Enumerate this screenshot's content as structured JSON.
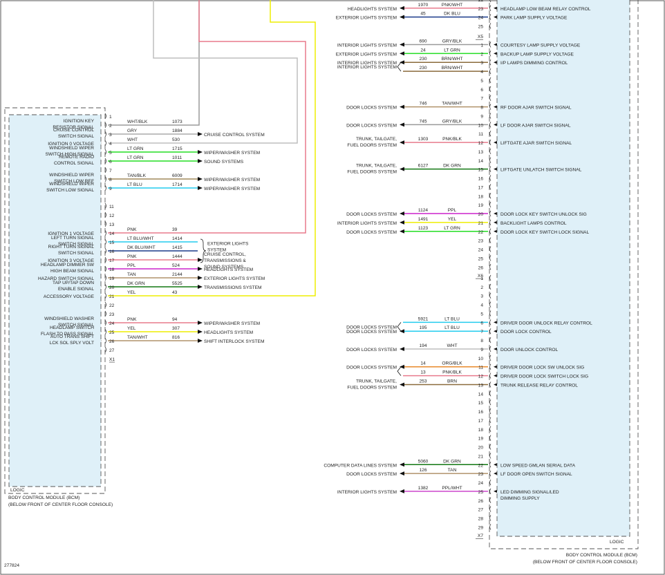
{
  "doc_number": "277824",
  "left_module": {
    "name": "BODY CONTROL MODULE (BCM)",
    "location": "(BELOW FRONT OF CENTER FLOOR CONSOLE)",
    "logic": "LOGIC",
    "connector": "X1",
    "unused_pins": [
      "1",
      "7",
      "11",
      "12",
      "13",
      "22",
      "23",
      "27"
    ],
    "pins": [
      {
        "pin": "2",
        "signal": [
          "IGNITION KEY",
          "RESISTOR SIGNAL"
        ],
        "color": "WHT/BLK",
        "circuit": "1073",
        "dest": []
      },
      {
        "pin": "3",
        "signal": [
          "CRUISE CONTROL",
          "SWITCH SIGNAL"
        ],
        "color": "GRY",
        "circuit": "1884",
        "dest": [
          "CRUISE CONTROL SYSTEM"
        ]
      },
      {
        "pin": "4",
        "signal": [
          "IGNITION 0 VOLTAGE"
        ],
        "color": "WHT",
        "circuit": "530",
        "dest": []
      },
      {
        "pin": "5",
        "signal": [
          "WINDSHIELD WIPER",
          "SWITCH HIGH SIGNAL"
        ],
        "color": "LT GRN",
        "circuit": "1715",
        "dest": [
          "WIPER/WASHER SYSTEM"
        ]
      },
      {
        "pin": "6",
        "signal": [
          "REMOTE RADIO",
          "CONTROL SIGNAL"
        ],
        "color": "LT GRN",
        "circuit": "1011",
        "dest": [
          "SOUND SYSTEMS"
        ]
      },
      {
        "pin": "8",
        "signal": [
          "WINDSHIELD WIPER",
          "SWITCH LOW REF"
        ],
        "color": "TAN/BLK",
        "circuit": "6009",
        "dest": [
          "WIPER/WASHER SYSTEM"
        ]
      },
      {
        "pin": "9",
        "signal": [
          "WINDSHIELD WIPER",
          "SWITCH LOW SIGNAL"
        ],
        "color": "LT BLU",
        "circuit": "1714",
        "dest": [
          "WIPER/WASHER SYSTEM"
        ]
      },
      {
        "pin": "14",
        "signal": [
          "IGNITION 1 VOLTAGE"
        ],
        "color": "PNK",
        "circuit": "39",
        "dest": []
      },
      {
        "pin": "15",
        "signal": [
          "LEFT TURN SIGNAL",
          "SWITCH SIGNAL"
        ],
        "color": "LT BLU/WHT",
        "circuit": "1414",
        "dest": []
      },
      {
        "pin": "16",
        "signal": [
          "RIGHT TURN SIGNAL",
          "SWITCH SIGNAL"
        ],
        "color": "DK BLU/WHT",
        "circuit": "1415",
        "dest": []
      },
      {
        "pin": "17",
        "signal": [
          "IGNITION 3 VOLTAGE"
        ],
        "color": "PNK",
        "circuit": "1444",
        "dest": [
          "CRUISE CONTROL,",
          "TRANSMISSIONS &",
          "SOUND SYSTEMS"
        ]
      },
      {
        "pin": "18",
        "signal": [
          "HEADLAMP DIMMER SW",
          "HIGH BEAM SIGNAL"
        ],
        "color": "PPL",
        "circuit": "524",
        "dest": [
          "HEADLIGHTS SYSTEM"
        ]
      },
      {
        "pin": "19",
        "signal": [
          "HAZARD SWITCH SIGNAL"
        ],
        "color": "TAN",
        "circuit": "2144",
        "dest": [
          "EXTERIOR LIGHTS SYSTEM"
        ]
      },
      {
        "pin": "20",
        "signal": [
          "TAP UP/TAP DOWN",
          "ENABLE SIGNAL"
        ],
        "color": "DK GRN",
        "circuit": "5525",
        "dest": [
          "TRANSMISSIONS SYSTEM"
        ]
      },
      {
        "pin": "21",
        "signal": [
          "ACCESSORY VOLTAGE"
        ],
        "color": "YEL",
        "circuit": "43",
        "dest": []
      },
      {
        "pin": "24",
        "signal": [
          "WINDSHIELD WASHER",
          "SWITCH SIGNAL"
        ],
        "color": "PNK",
        "circuit": "94",
        "dest": [
          "WIPER/WASHER SYSTEM"
        ]
      },
      {
        "pin": "25",
        "signal": [
          "HEADLAMP SWITCH",
          "FLASH TO PASS SIGNAL"
        ],
        "color": "YEL",
        "circuit": "307",
        "dest": [
          "HEADLIGHTS SYSTEM"
        ]
      },
      {
        "pin": "26",
        "signal": [
          "AUTO TRANS SHIFT",
          "LCK SOL SPLY VOLT"
        ],
        "color": "TAN/WHT",
        "circuit": "816",
        "dest": [
          "SHIFT INTERLOCK SYSTEM"
        ]
      }
    ],
    "turn_dest": [
      "EXTERIOR LIGHTS",
      "SYSTEM"
    ]
  },
  "right_module": {
    "name": "BODY CONTROL MODULE (BCM)",
    "location": "(BELOW FRONT OF CENTER FLOOR CONSOLE)",
    "logic": "LOGIC",
    "connectors": [
      "X5",
      "X6",
      "X7"
    ],
    "top_pins": [
      {
        "pin": "22",
        "signal": [],
        "color": "",
        "circuit": "",
        "dest": []
      },
      {
        "pin": "23",
        "signal": [
          "HEADLAMP LOW BEAM RELAY CONTROL"
        ],
        "color": "PNK/WHT",
        "circuit": "1970",
        "dest": [
          "HEADLIGHTS SYSTEM"
        ]
      },
      {
        "pin": "24",
        "signal": [
          "PARK LAMP SUPPLY VOLTAGE"
        ],
        "color": "DK BLU",
        "circuit": "45",
        "dest": [
          "EXTERIOR LIGHTS SYSTEM"
        ]
      },
      {
        "pin": "25",
        "signal": [],
        "color": "",
        "circuit": "",
        "dest": []
      }
    ],
    "x6_pins": [
      {
        "pin": "1",
        "signal": [
          "COURTESY LAMP SUPPLY VOLTAGE"
        ],
        "color": "GRY/BLK",
        "circuit": "690",
        "dest": [
          "INTERIOR LIGHTS SYSTEM"
        ]
      },
      {
        "pin": "2",
        "signal": [
          "BACKUP LAMP SUPPLY VOLTAGE"
        ],
        "color": "LT GRN",
        "circuit": "24",
        "dest": [
          "EXTERIOR LIGHTS SYSTEM"
        ]
      },
      {
        "pin": "3",
        "signal": [
          "I/P LAMPS DIMMING CONTROL"
        ],
        "color": "BRN/WHT",
        "circuit": "230",
        "dest": [
          "INTERIOR LIGHTS SYSTEM"
        ]
      },
      {
        "pin": "4",
        "signal": [],
        "color": "BRN/WHT",
        "circuit": "230",
        "dest": []
      },
      {
        "pin": "5",
        "signal": [],
        "color": "",
        "circuit": "",
        "dest": []
      },
      {
        "pin": "6",
        "signal": [],
        "color": "",
        "circuit": "",
        "dest": []
      },
      {
        "pin": "7",
        "signal": [],
        "color": "",
        "circuit": "",
        "dest": []
      },
      {
        "pin": "8",
        "signal": [
          "RF DOOR AJAR SWITCH SIGNAL"
        ],
        "color": "TAN/WHT",
        "circuit": "746",
        "dest": [
          "DOOR LOCKS SYSTEM"
        ]
      },
      {
        "pin": "9",
        "signal": [],
        "color": "",
        "circuit": "",
        "dest": []
      },
      {
        "pin": "10",
        "signal": [
          "LF DOOR AJAR SWITCH SIGNAL"
        ],
        "color": "GRY/BLK",
        "circuit": "745",
        "dest": [
          "DOOR LOCKS SYSTEM"
        ]
      },
      {
        "pin": "11",
        "signal": [],
        "color": "",
        "circuit": "",
        "dest": []
      },
      {
        "pin": "12",
        "signal": [
          "LIFTGATE AJAR SWITCH SIGNAL"
        ],
        "color": "PNK/BLK",
        "circuit": "1303",
        "dest": [
          "TRUNK, TAILGATE,",
          "FUEL DOORS SYSTEM"
        ]
      },
      {
        "pin": "13",
        "signal": [],
        "color": "",
        "circuit": "",
        "dest": []
      },
      {
        "pin": "14",
        "signal": [],
        "color": "",
        "circuit": "",
        "dest": []
      },
      {
        "pin": "15",
        "signal": [
          "LIFTGATE UNLATCH SWITCH SIGNAL"
        ],
        "color": "DK GRN",
        "circuit": "6127",
        "dest": [
          "TRUNK, TAILGATE,",
          "FUEL DOORS SYSTEM"
        ]
      },
      {
        "pin": "16",
        "signal": [],
        "color": "",
        "circuit": "",
        "dest": []
      },
      {
        "pin": "17",
        "signal": [],
        "color": "",
        "circuit": "",
        "dest": []
      },
      {
        "pin": "18",
        "signal": [],
        "color": "",
        "circuit": "",
        "dest": []
      },
      {
        "pin": "19",
        "signal": [],
        "color": "",
        "circuit": "",
        "dest": []
      },
      {
        "pin": "20",
        "signal": [
          "DOOR LOCK KEY SWITCH UNLOCK SIG"
        ],
        "color": "PPL",
        "circuit": "1124",
        "dest": [
          "DOOR LOCKS SYSTEM"
        ]
      },
      {
        "pin": "21",
        "signal": [
          "BACKLIGHT LAMPS CONTROL"
        ],
        "color": "YEL",
        "circuit": "1491",
        "dest": [
          "INTERIOR LIGHTS SYSTEM"
        ]
      },
      {
        "pin": "22",
        "signal": [
          "DOOR LOCK KEY SWITCH LOCK SIGNAL"
        ],
        "color": "LT GRN",
        "circuit": "1123",
        "dest": [
          "DOOR LOCKS SYSTEM"
        ]
      },
      {
        "pin": "23",
        "signal": [],
        "color": "",
        "circuit": "",
        "dest": []
      },
      {
        "pin": "24",
        "signal": [],
        "color": "",
        "circuit": "",
        "dest": []
      },
      {
        "pin": "25",
        "signal": [],
        "color": "",
        "circuit": "",
        "dest": []
      },
      {
        "pin": "26",
        "signal": [],
        "color": "",
        "circuit": "",
        "dest": []
      }
    ],
    "x7_pins": [
      {
        "pin": "1",
        "signal": [],
        "color": "",
        "circuit": "",
        "dest": []
      },
      {
        "pin": "2",
        "signal": [],
        "color": "",
        "circuit": "",
        "dest": []
      },
      {
        "pin": "3",
        "signal": [],
        "color": "",
        "circuit": "",
        "dest": []
      },
      {
        "pin": "4",
        "signal": [],
        "color": "",
        "circuit": "",
        "dest": []
      },
      {
        "pin": "5",
        "signal": [],
        "color": "",
        "circuit": "",
        "dest": []
      },
      {
        "pin": "6",
        "signal": [
          "DRIVER DOOR UNLOCK RELAY CONTROL"
        ],
        "color": "LT BLU",
        "circuit": "5921",
        "dest": []
      },
      {
        "pin": "7",
        "signal": [
          "DOOR LOCK CONTROL"
        ],
        "color": "LT BLU",
        "circuit": "195",
        "dest": [
          "DOOR LOCKS SYSTEM"
        ]
      },
      {
        "pin": "8",
        "signal": [],
        "color": "",
        "circuit": "",
        "dest": []
      },
      {
        "pin": "9",
        "signal": [
          "DOOR UNLOCK CONTROL"
        ],
        "color": "WHT",
        "circuit": "194",
        "dest": [
          "DOOR LOCKS SYSTEM"
        ]
      },
      {
        "pin": "10",
        "signal": [],
        "color": "",
        "circuit": "",
        "dest": []
      },
      {
        "pin": "11",
        "signal": [
          "DRIVER DOOR LOCK SW UNLOCK SIG"
        ],
        "color": "ORG/BLK",
        "circuit": "14",
        "dest": [
          "DOOR LOCKS SYSTEM"
        ]
      },
      {
        "pin": "12",
        "signal": [
          "DRIVER DOOR LOCK SWITCH LOCK SIG"
        ],
        "color": "PNK/BLK",
        "circuit": "13",
        "dest": []
      },
      {
        "pin": "13",
        "signal": [
          "TRUNK RELEASE RELAY CONTROL"
        ],
        "color": "BRN",
        "circuit": "253",
        "dest": [
          "TRUNK, TAILGATE,",
          "FUEL DOORS SYSTEM"
        ]
      },
      {
        "pin": "14",
        "signal": [],
        "color": "",
        "circuit": "",
        "dest": []
      },
      {
        "pin": "15",
        "signal": [],
        "color": "",
        "circuit": "",
        "dest": []
      },
      {
        "pin": "16",
        "signal": [],
        "color": "",
        "circuit": "",
        "dest": []
      },
      {
        "pin": "17",
        "signal": [],
        "color": "",
        "circuit": "",
        "dest": []
      },
      {
        "pin": "18",
        "signal": [],
        "color": "",
        "circuit": "",
        "dest": []
      },
      {
        "pin": "19",
        "signal": [],
        "color": "",
        "circuit": "",
        "dest": []
      },
      {
        "pin": "20",
        "signal": [],
        "color": "",
        "circuit": "",
        "dest": []
      },
      {
        "pin": "21",
        "signal": [],
        "color": "",
        "circuit": "",
        "dest": []
      },
      {
        "pin": "22",
        "signal": [
          "LOW SPEED GMLAN SERIAL DATA"
        ],
        "color": "DK GRN",
        "circuit": "5060",
        "dest": [
          "COMPUTER DATA LINES SYSTEM"
        ]
      },
      {
        "pin": "23",
        "signal": [
          "LF DOOR OPEN SWITCH SIGNAL"
        ],
        "color": "TAN",
        "circuit": "126",
        "dest": [
          "DOOR LOCKS SYSTEM"
        ]
      },
      {
        "pin": "24",
        "signal": [],
        "color": "",
        "circuit": "",
        "dest": []
      },
      {
        "pin": "25",
        "signal": [
          "LED DIMMING SIGNAL/LED",
          "DIMMING SUPPLY"
        ],
        "color": "PPL/WHT",
        "circuit": "1382",
        "dest": [
          "INTERIOR LIGHTS SYSTEM"
        ]
      },
      {
        "pin": "26",
        "signal": [],
        "color": "",
        "circuit": "",
        "dest": []
      },
      {
        "pin": "27",
        "signal": [],
        "color": "",
        "circuit": "",
        "dest": []
      },
      {
        "pin": "28",
        "signal": [],
        "color": "",
        "circuit": "",
        "dest": []
      },
      {
        "pin": "29",
        "signal": [],
        "color": "",
        "circuit": "",
        "dest": []
      }
    ]
  },
  "wire_colors": {
    "WHT/BLK": "#9a9a9a",
    "GRY": "#aaaaaa",
    "WHT": "#bdbdbd",
    "LT GRN": "#22dd22",
    "TAN/BLK": "#a0895a",
    "LT BLU": "#22ccee",
    "PNK": "#e87a8c",
    "LT BLU/WHT": "#22ccee",
    "DK BLU/WHT": "#1a3a8a",
    "PPL": "#cc22cc",
    "TAN": "#b0926a",
    "DK GRN": "#117711",
    "YEL": "#eeee00",
    "TAN/WHT": "#b0926a",
    "PNK/WHT": "#e87a8c",
    "DK BLU": "#1a3a8a",
    "GRY/BLK": "#999999",
    "BRN/WHT": "#8a6a3a",
    "PNK/BLK": "#e87a8c",
    "ORG/BLK": "#e8892a",
    "BRN": "#8a6a3a",
    "PPL/WHT": "#cc44cc"
  },
  "module_fill": "#dff0f8"
}
